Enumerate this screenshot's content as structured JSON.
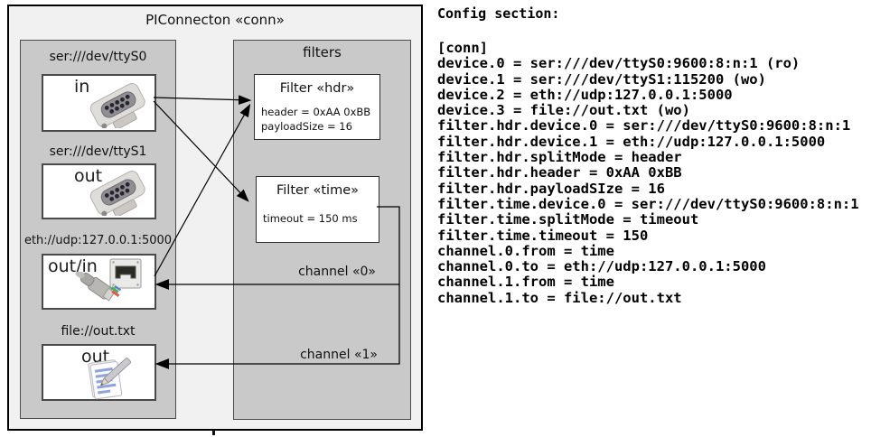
{
  "diagram": {
    "title": "PIConnecton «conn»",
    "devices_panel": {
      "devices": [
        {
          "label": "ser:///dev/ttyS0",
          "port": "in",
          "icon": "serial-port-icon"
        },
        {
          "label": "ser:///dev/ttyS1",
          "port": "out",
          "icon": "serial-port-icon"
        },
        {
          "label": "eth://udp:127.0.0.1:5000",
          "port": "out/in",
          "icon": "ethernet-icon"
        },
        {
          "label": "file://out.txt",
          "port": "out",
          "icon": "notepad-icon"
        }
      ]
    },
    "filters_panel": {
      "title": "filters",
      "filters": [
        {
          "title": "Filter «hdr»",
          "attributes": [
            "header = 0xAA 0xBB",
            "payloadSize = 16"
          ]
        },
        {
          "title": "Filter «time»",
          "attributes": [
            "timeout = 150 ms"
          ]
        }
      ]
    },
    "channels": [
      {
        "label": "channel «0»"
      },
      {
        "label": "channel «1»"
      }
    ],
    "line_color": "#000000",
    "panel_color": "#c9c9c9",
    "outer_fill": "#f1f1f1"
  },
  "config": {
    "heading": "Config section:",
    "lines": [
      "[conn]",
      "device.0 = ser:///dev/ttyS0:9600:8:n:1 (ro)",
      "device.1 = ser:///dev/ttyS1:115200 (wo)",
      "device.2 = eth://udp:127.0.0.1:5000",
      "device.3 = file://out.txt (wo)",
      "filter.hdr.device.0 = ser:///dev/ttyS0:9600:8:n:1",
      "filter.hdr.device.1 = eth://udp:127.0.0.1:5000",
      "filter.hdr.splitMode = header",
      "filter.hdr.header = 0xAA 0xBB",
      "filter.hdr.payloadSIze = 16",
      "filter.time.device.0 = ser:///dev/ttyS0:9600:8:n:1",
      "filter.time.splitMode = timeout",
      "filter.time.timeout = 150",
      "channel.0.from = time",
      "channel.0.to = eth://udp:127.0.0.1:5000",
      "channel.1.from = time",
      "channel.1.to = file://out.txt"
    ]
  }
}
